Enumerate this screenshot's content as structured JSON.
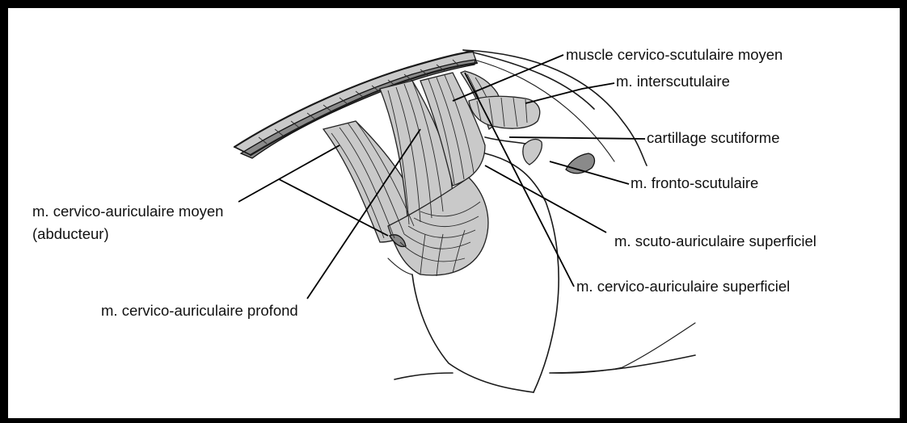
{
  "labels": {
    "cervico_scutulaire_moyen": "muscle cervico-scutulaire moyen",
    "interscutulaire": "m. interscutulaire",
    "cartillage_scutiforme": "cartillage scutiforme",
    "fronto_scutulaire": "m. fronto-scutulaire",
    "cervico_auriculaire_moyen_line1": "m. cervico-auriculaire moyen",
    "cervico_auriculaire_moyen_line2": "(abducteur)",
    "scuto_auriculaire_superficiel": "m. scuto-auriculaire superficiel",
    "cervico_auriculaire_superficiel": "m. cervico-auriculaire superficiel",
    "cervico_auriculaire_profond": "m. cervico-auriculaire profond"
  },
  "colors": {
    "frame": "#000000",
    "ink": "#1a1a1a",
    "background": "#ffffff"
  }
}
